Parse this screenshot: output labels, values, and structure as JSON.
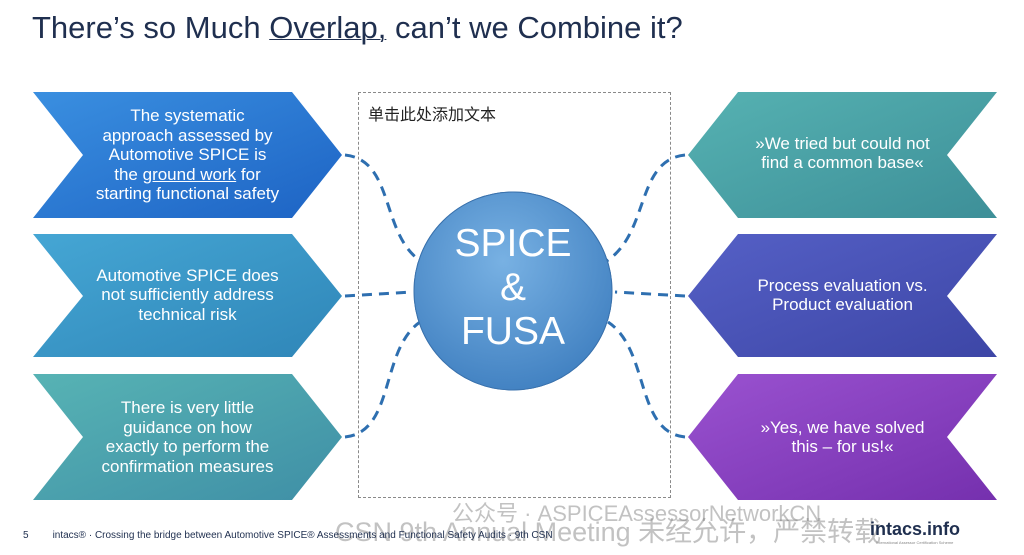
{
  "slide": {
    "title_pre": "There’s so Much ",
    "title_link": "Overlap,",
    "title_post": " can’t we Combine it?",
    "placeholder": "单击此处添加文本",
    "center": {
      "line1": "SPICE",
      "line2": "&",
      "line3": "FUSA"
    },
    "left": [
      {
        "pre": "The systematic approach assessed by Automotive SPICE is the ",
        "link": "ground work",
        "post": " for starting functional safety"
      },
      {
        "text": "Automotive SPICE does not sufficiently address technical risk"
      },
      {
        "text": "There is very little guidance on how exactly to perform the confirmation measures"
      }
    ],
    "right": [
      {
        "text": "»We tried but could not find a common base«"
      },
      {
        "text": "Process evaluation vs. Product evaluation"
      },
      {
        "text": "»Yes, we have solved this – for us!«"
      }
    ],
    "colors": {
      "left_top": "#2f7fd6",
      "left_mid": "#3c98c6",
      "left_bot": "#4ba4ab",
      "right_top": "#4ba3a8",
      "right_mid": "#4a57b8",
      "right_bot": "#8a3fc0",
      "circle": "#4f95d2",
      "dash": "#2e6fb0"
    }
  },
  "footer": {
    "page": "5",
    "text": "intacs® · Crossing the bridge between Automotive SPICE® Assessments and Functional Safety Audits · 9th CSN",
    "logo": "intacs.info",
    "logo_sub": "International Assessor Certification Scheme"
  },
  "watermark": {
    "line1": "CSN 9th Annual Meeting 未经允许，严禁转载",
    "line2": "公众号 · ASPICEAssessorNetworkCN"
  }
}
